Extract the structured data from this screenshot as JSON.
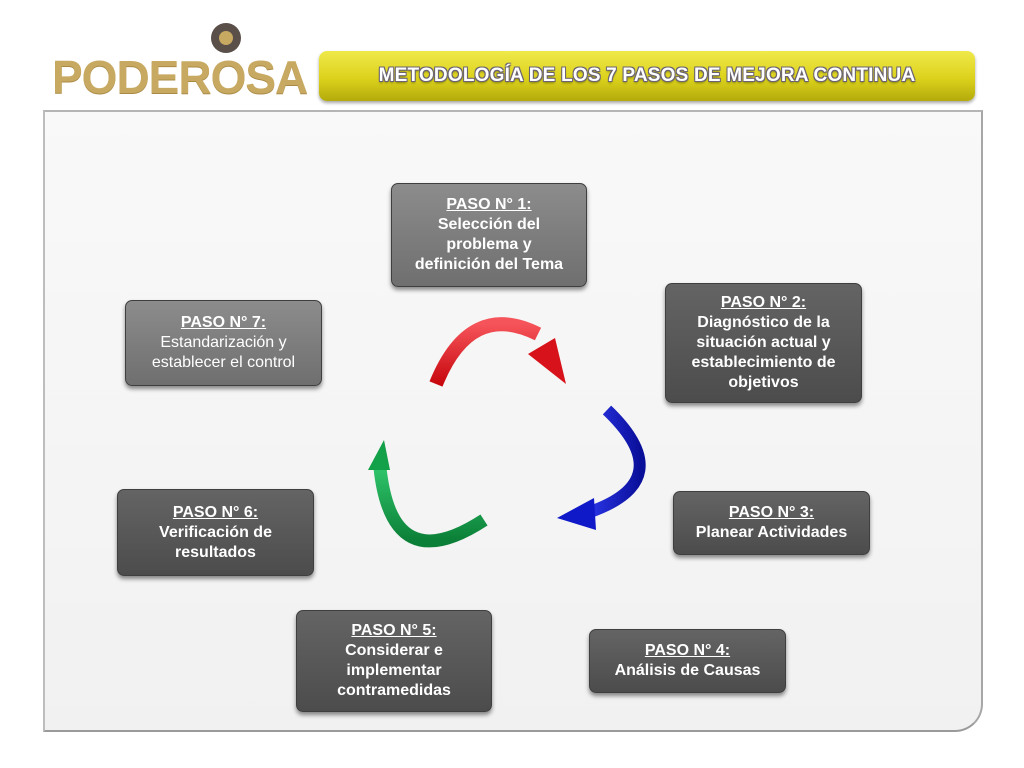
{
  "header": {
    "logo_text": "PODEROSA",
    "title": "METODOLOGÍA DE LOS 7 PASOS DE MEJORA CONTINUA"
  },
  "steps": [
    {
      "head": "PASO N° 1:",
      "body": [
        "Selección del",
        "problema y",
        "definición del Tema"
      ]
    },
    {
      "head": "PASO N° 2:",
      "body": [
        "Diagnóstico de la",
        "situación actual y",
        "establecimiento de",
        "objetivos"
      ]
    },
    {
      "head": "PASO N° 3:",
      "body": [
        "Planear Actividades"
      ]
    },
    {
      "head": "PASO N° 4:",
      "body": [
        "Análisis de Causas"
      ]
    },
    {
      "head": "PASO N° 5:",
      "body": [
        "Considerar e",
        "implementar",
        "contramedidas"
      ]
    },
    {
      "head": "PASO N° 6:",
      "body": [
        "Verificación de",
        "resultados"
      ]
    },
    {
      "head": "PASO N° 7:",
      "body": [
        "Estandarización y",
        "establecer el control"
      ]
    }
  ],
  "colors": {
    "arrow_red": "#e8141b",
    "arrow_blue": "#1019c8",
    "arrow_green": "#12a048",
    "title_bar": "#dcd21c",
    "logo": "#c8a961"
  },
  "icons": {
    "logo_dot": "circle-dot-icon",
    "arrows": [
      "curved-arrow-red-icon",
      "curved-arrow-blue-icon",
      "curved-arrow-green-icon"
    ]
  }
}
